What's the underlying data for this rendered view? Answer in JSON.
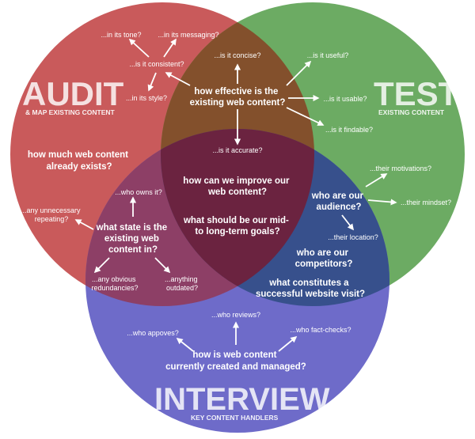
{
  "circles": {
    "audit": {
      "title": "AUDIT",
      "caption": "& MAP EXISTING CONTENT",
      "color": "#c9453f"
    },
    "test": {
      "title": "TEST",
      "caption": "EXISTING CONTENT",
      "color": "#4f9a3e"
    },
    "interview": {
      "title": "INTERVIEW",
      "caption": "KEY CONTENT HANDLERS",
      "color": "#4b50c6"
    }
  },
  "audit_test": {
    "question": [
      "how effective is the",
      "existing web content?"
    ],
    "sub_concise": "...is it concise?",
    "sub_accurate": "...is it accurate?"
  },
  "audit_only": {
    "sub_tone": "...in its tone?",
    "sub_messaging": "...in its messaging?",
    "sub_consistent": "...is it consistent?",
    "sub_style": "...in its style?",
    "question_exists": [
      "how much web content",
      "already exists?"
    ]
  },
  "test_only": {
    "sub_useful": "...is it useful?",
    "sub_usable": "...is it usable?",
    "sub_findable": "...is it findable?"
  },
  "center": {
    "question_improve": [
      "how can we improve our",
      "web content?"
    ],
    "question_goals": [
      "what should be our mid-",
      "to long-term goals?"
    ]
  },
  "audit_interview": {
    "question_state": [
      "what state is the",
      "existing web",
      "content in?"
    ],
    "sub_owns": "...who owns it?",
    "sub_repeating": [
      "...any unnecessary",
      "repeating?"
    ],
    "sub_redundancies": [
      "...any obvious",
      "redundancies?"
    ],
    "sub_outdated": [
      "...anything",
      "outdated?"
    ]
  },
  "test_interview": {
    "question_audience": [
      "who are our",
      "audience?"
    ],
    "sub_motivations": "...their motivations?",
    "sub_mindset": "...their mindset?",
    "sub_location": "...their location?",
    "question_competitors": [
      "who are our",
      "competitors?"
    ],
    "question_visit": [
      "what constitutes a",
      "successful website visit?"
    ]
  },
  "interview_only": {
    "sub_reviews": "...who reviews?",
    "sub_appoves": "...who appoves?",
    "sub_factchecks": "...who fact-checks?",
    "question_created": [
      "how is web content",
      "currently created and managed?"
    ]
  }
}
